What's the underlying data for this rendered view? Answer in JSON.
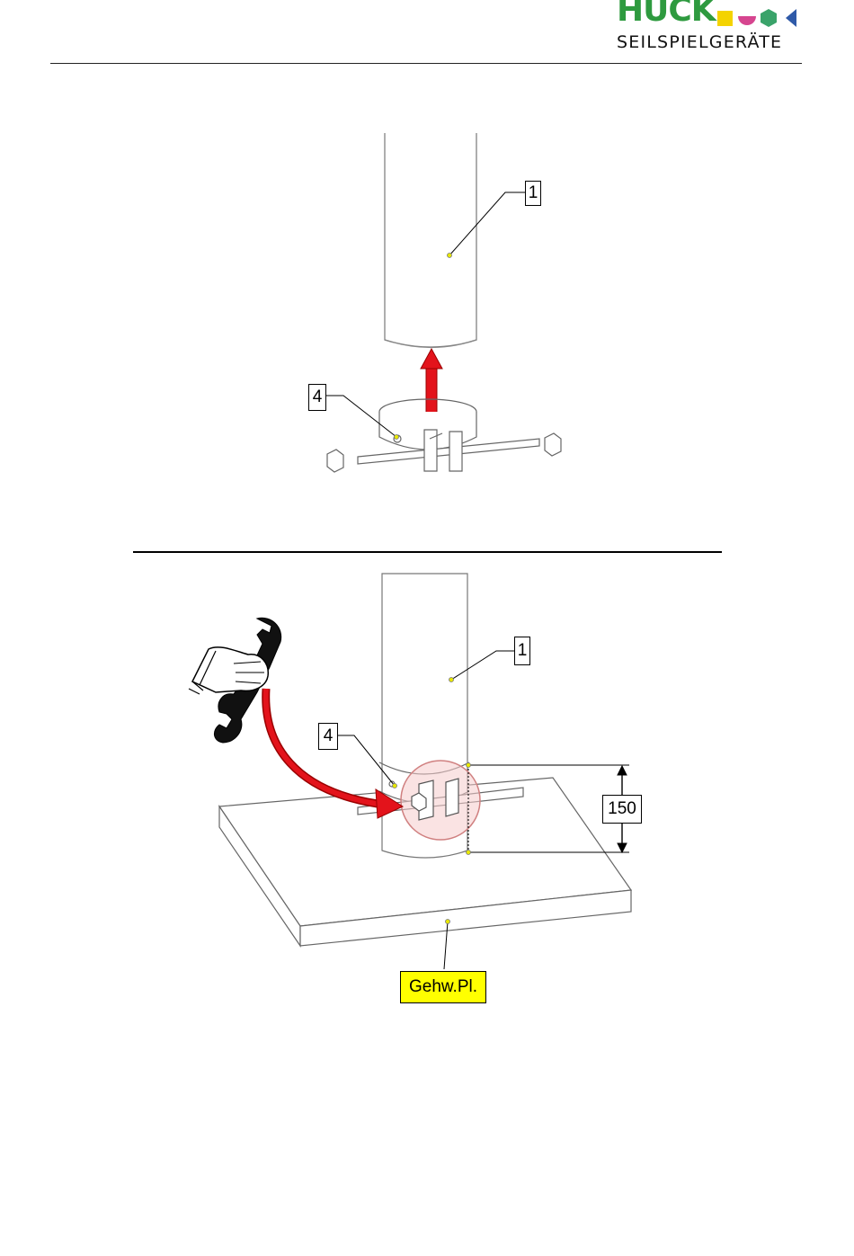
{
  "header": {
    "logo_title": "HUCK",
    "logo_subtitle": "SEILSPIELGERÄTE",
    "logo_colors": {
      "green": "#2e9a3f",
      "yellow": "#f4d300",
      "pink": "#d6458f",
      "teal": "#3aa36a",
      "blue": "#2f5aa8"
    }
  },
  "figure_top": {
    "callouts": {
      "post": "1",
      "clamp": "4"
    },
    "arrow_color": "#e3131b"
  },
  "figure_bottom": {
    "callouts": {
      "post": "1",
      "clamp": "4",
      "dimension": "150",
      "base": "Gehw.Pl."
    },
    "icons": [
      "hand-wrench-icon",
      "curved-arrow-icon"
    ],
    "arrow_color": "#e3131b"
  }
}
